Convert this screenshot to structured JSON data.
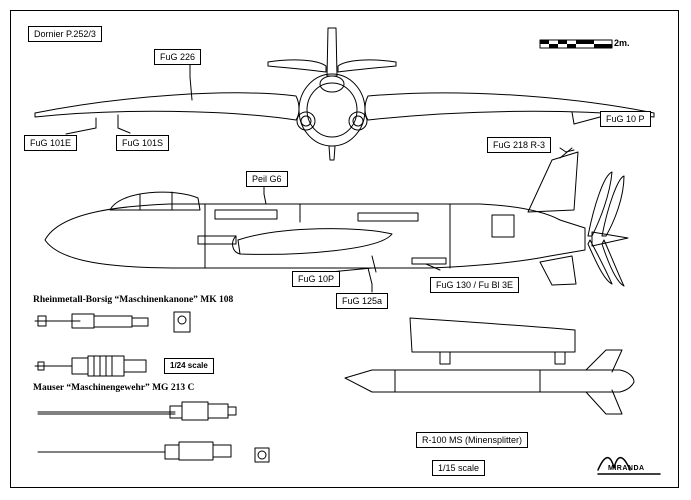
{
  "title": "Dornier P.252/3",
  "scale_bar": {
    "label": "2m."
  },
  "callouts": {
    "fug226": "FuG 226",
    "fug101e": "FuG 101E",
    "fug101s": "FuG 101S",
    "fug10p_top": "FuG 10 P",
    "fug218": "FuG 218 R-3",
    "peil": "Peil G6",
    "fug10p_side": "FuG 10P",
    "fug125": "FuG 125a",
    "fug130": "FuG 130 / Fu Bl 3E"
  },
  "weapons": {
    "mk108": "Rheinmetall-Borsig “Maschinenkanone” MK 108",
    "scale_small": "1/24 scale",
    "mg213": "Mauser “Maschinengewehr” MG 213 C"
  },
  "bomb": {
    "label": "R-100 MS (Minensplitter)"
  },
  "scale_main": "1/15 scale",
  "logo": {
    "text": "MIRANDA"
  },
  "colors": {
    "ink": "#000000",
    "paper": "#ffffff"
  }
}
